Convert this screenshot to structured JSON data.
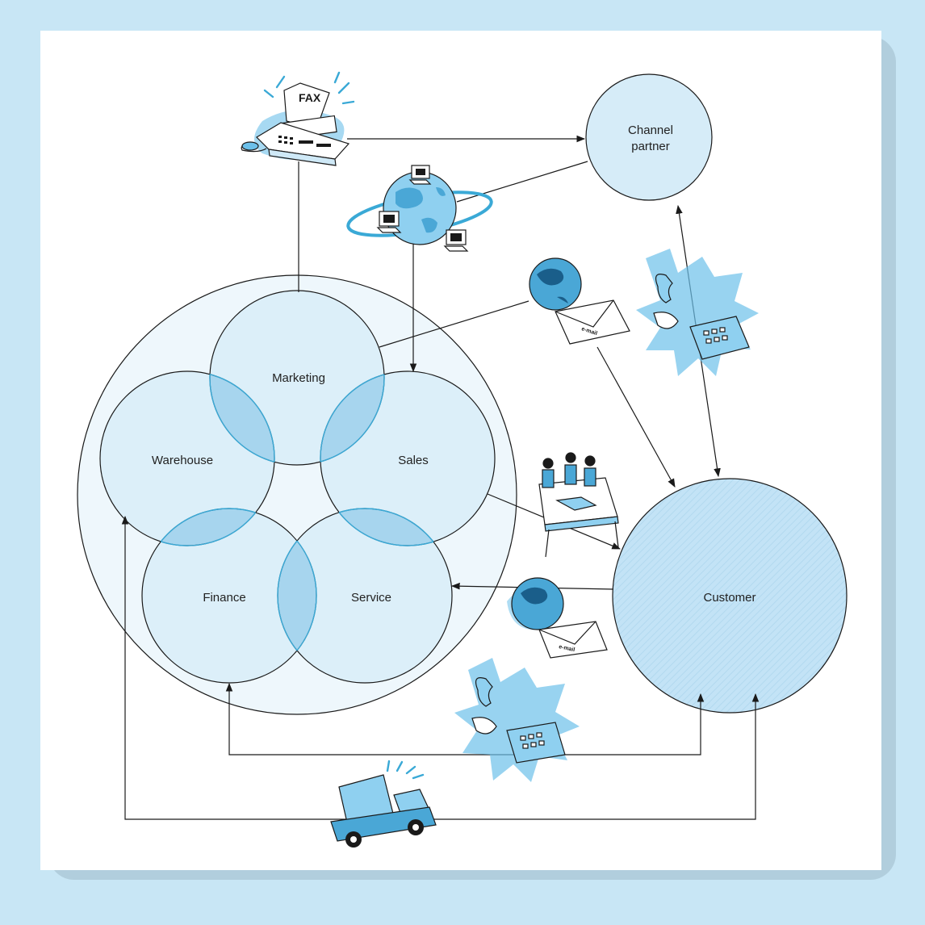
{
  "diagram": {
    "colors": {
      "page_background": "#c8e6f5",
      "panel": "#ffffff",
      "circle_fill": "#d6ecf8",
      "customer_fill": "#c3e3f6",
      "overlap": "#9fd0ec",
      "outline": "#1a1a1a",
      "overlap_outline": "#3aa9d6",
      "icon_blue": "#6cc0ea"
    },
    "departments": {
      "marketing": "Marketing",
      "sales": "Sales",
      "warehouse": "Warehouse",
      "finance": "Finance",
      "service": "Service"
    },
    "external": {
      "channel_partner_line1": "Channel",
      "channel_partner_line2": "partner",
      "customer": "Customer"
    },
    "icons": {
      "fax_label": "FAX",
      "email_label": "e-mail",
      "fax": "fax-machine-icon",
      "network": "globe-network-icon",
      "email": "globe-email-icon",
      "phone": "telephone-icon",
      "sales_team": "sales-team-icon",
      "truck": "delivery-truck-icon"
    }
  }
}
